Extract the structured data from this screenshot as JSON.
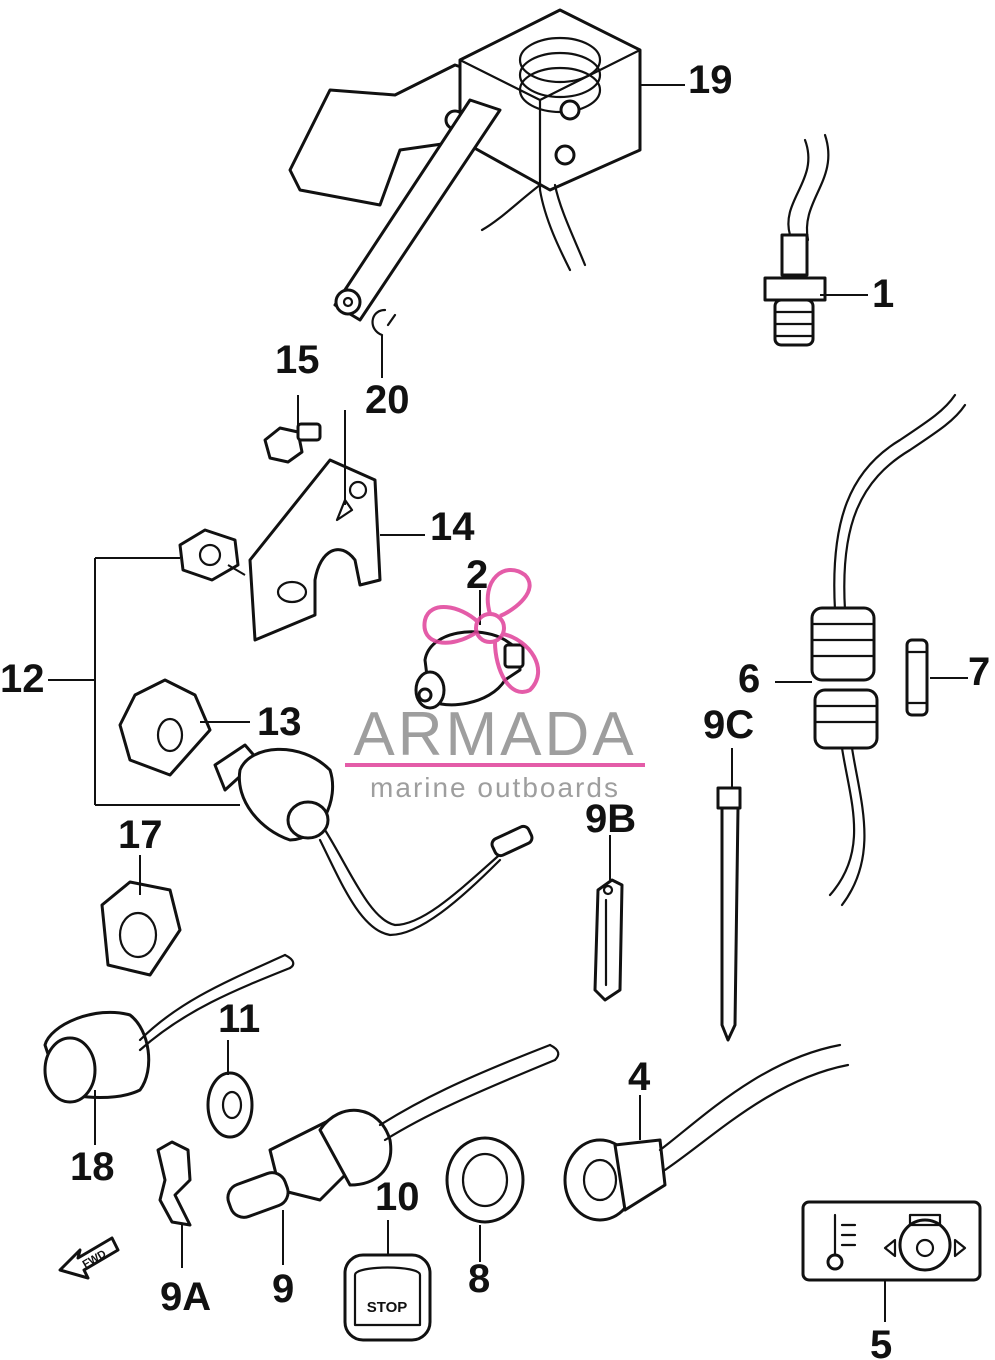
{
  "callouts": [
    "1",
    "2",
    "4",
    "5",
    "6",
    "7",
    "8",
    "9",
    "9A",
    "9B",
    "9C",
    "10",
    "11",
    "12",
    "13",
    "14",
    "15",
    "17",
    "18",
    "19",
    "20"
  ],
  "watermark": {
    "title": "ARMADA",
    "subtitle": "marine outboards"
  },
  "decals": {
    "stop_text": "STOP",
    "fwd_text": "FWD"
  },
  "colors": {
    "line": "#111111",
    "watermark_text": "#8e8e8e",
    "watermark_logo": "#e0409a"
  }
}
